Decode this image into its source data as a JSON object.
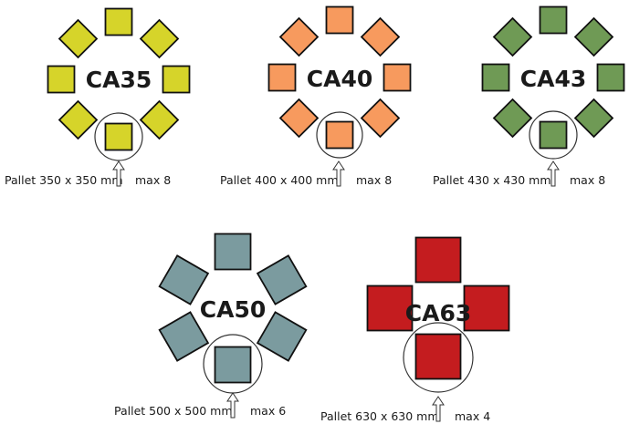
{
  "diagrams": [
    {
      "id": "ca35",
      "title": "CA35",
      "pallet_label": "Pallet 350 x 350 mm",
      "max_label": "max 8",
      "slots": 8,
      "fill": "#d6d42a"
    },
    {
      "id": "ca40",
      "title": "CA40",
      "pallet_label": "Pallet 400 x 400 mm",
      "max_label": "max 8",
      "slots": 8,
      "fill": "#f79a5e"
    },
    {
      "id": "ca43",
      "title": "CA43",
      "pallet_label": "Pallet 430 x 430 mm",
      "max_label": "max 8",
      "slots": 8,
      "fill": "#6f9a55"
    },
    {
      "id": "ca50",
      "title": "CA50",
      "pallet_label": "Pallet 500 x 500 mm",
      "max_label": "max 6",
      "slots": 6,
      "fill": "#7b9b9f"
    },
    {
      "id": "ca63",
      "title": "CA63",
      "pallet_label": "Pallet 630 x 630 mm",
      "max_label": "max 4",
      "slots": 4,
      "fill": "#c41c1f"
    }
  ],
  "icons": {
    "arrow": "up-arrow-icon",
    "marker": "selection-circle-icon"
  }
}
